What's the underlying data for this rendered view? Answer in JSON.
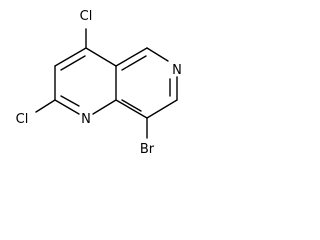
{
  "molecule": {
    "atoms": {
      "cl_top": "Cl",
      "cl_left": "Cl",
      "n_ring_right": "N",
      "n_ring_left": "N",
      "br": "Br"
    }
  }
}
